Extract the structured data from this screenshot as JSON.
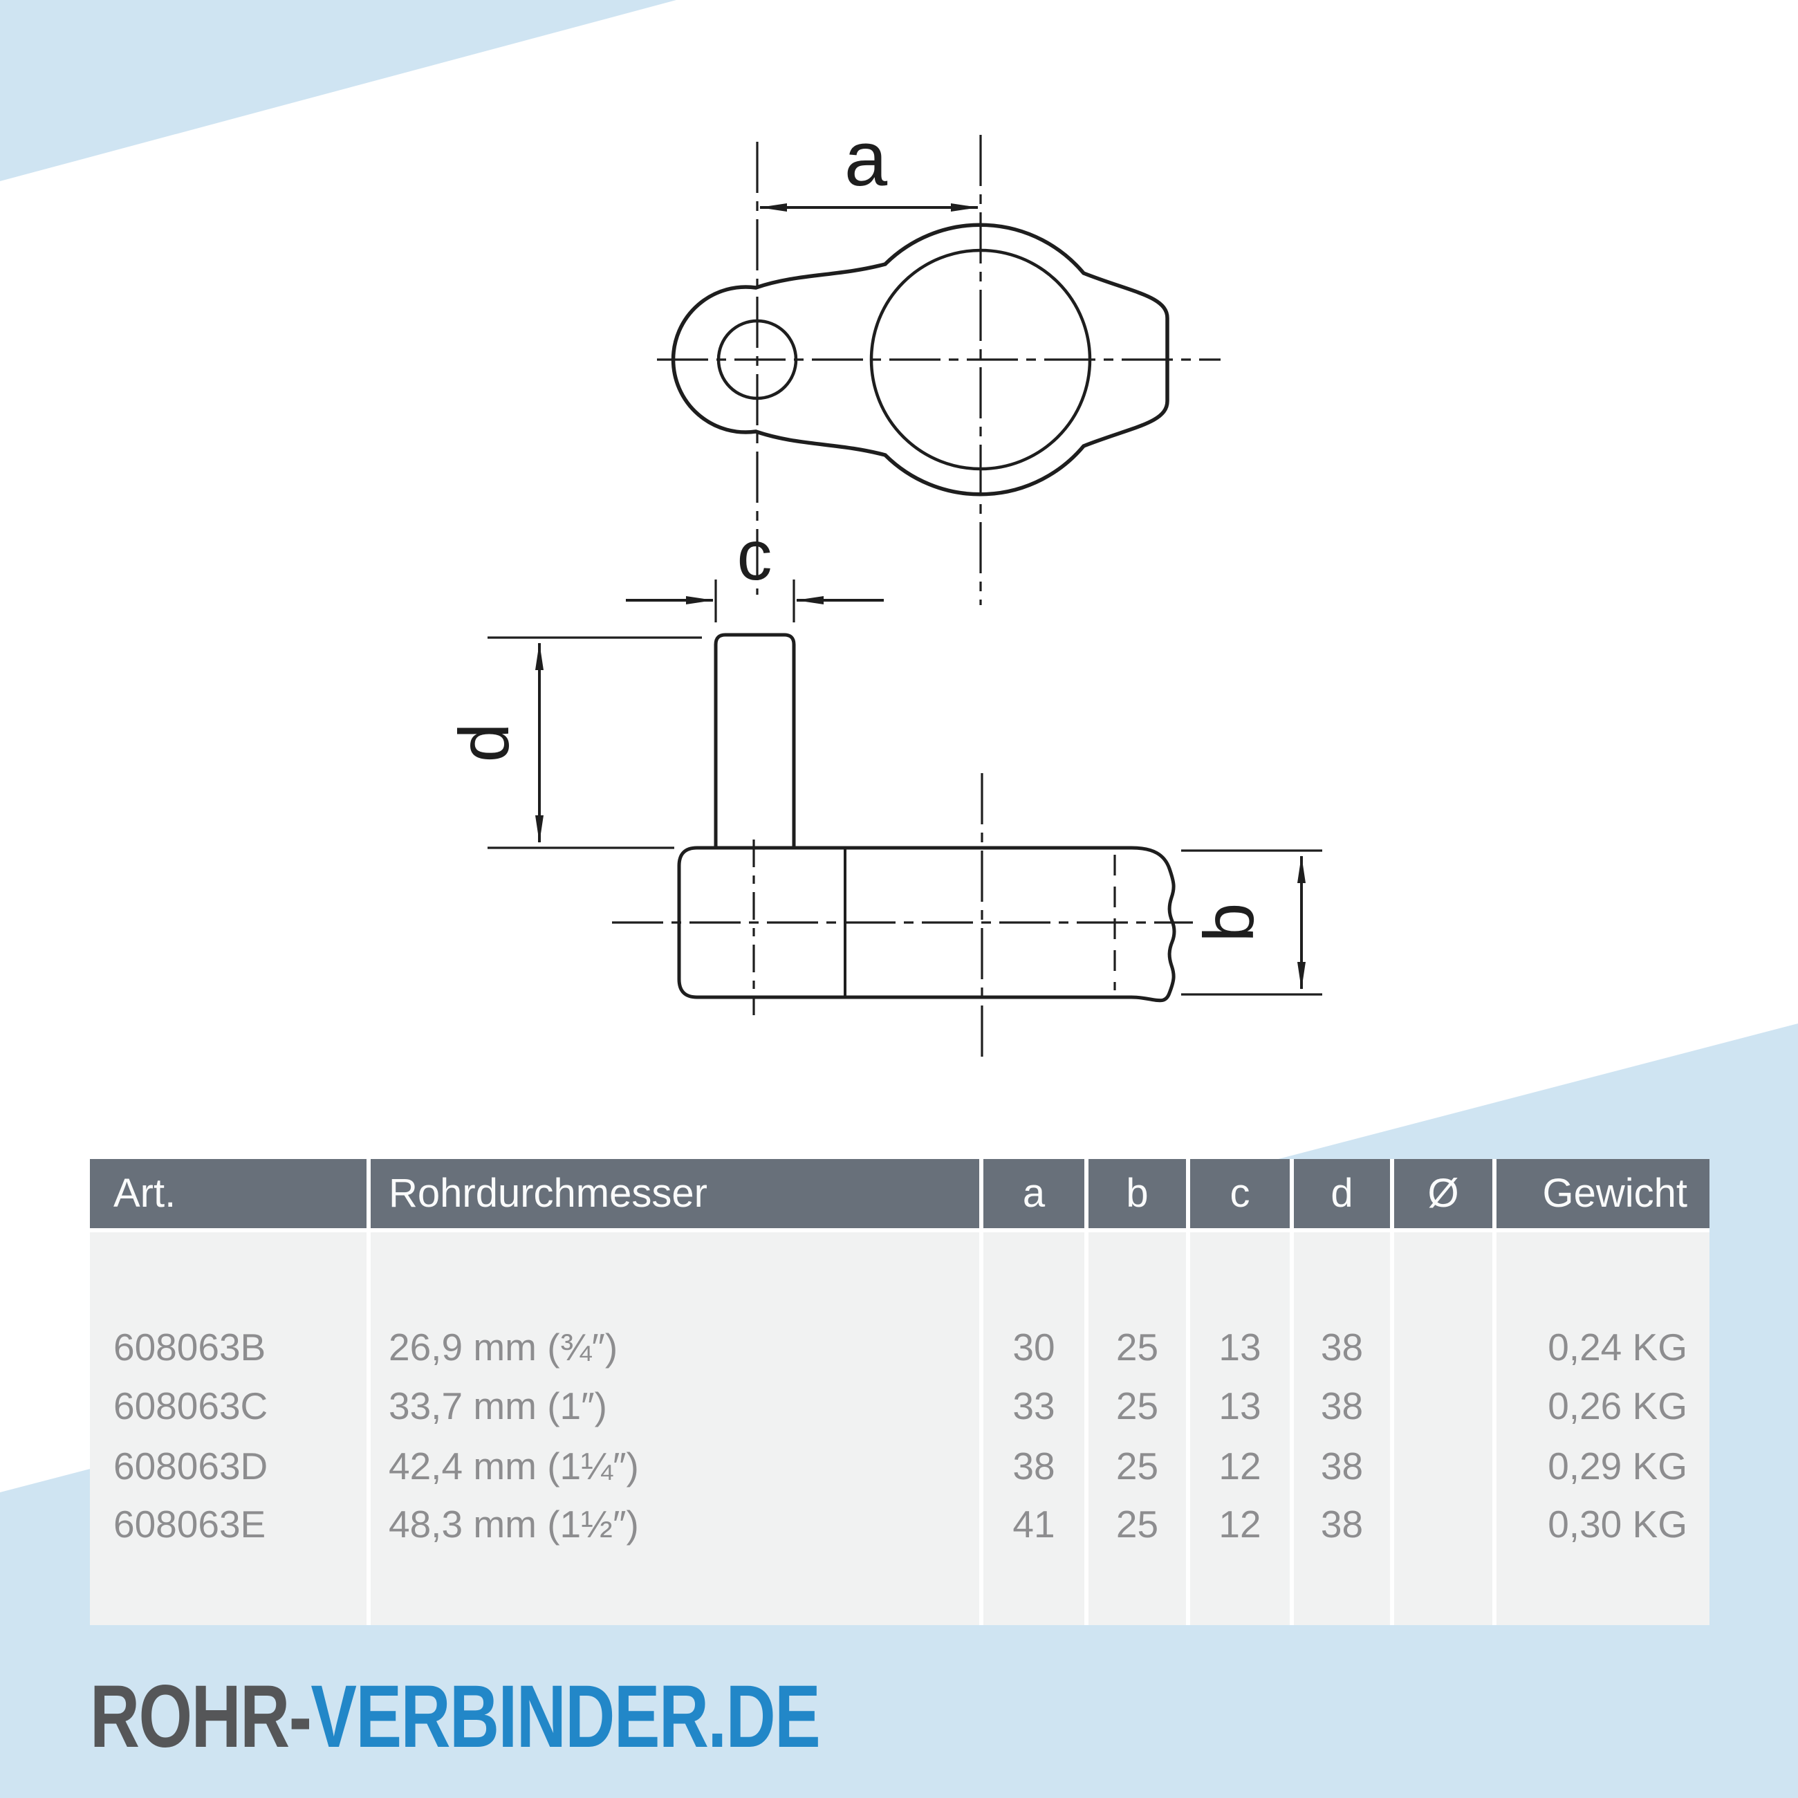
{
  "colors": {
    "accent_blue_bg": "#cfe4f2",
    "table_header_bg": "#68707a",
    "table_row_bg": "#f1f2f2",
    "table_text": "#8d8d8f",
    "logo_gray": "#555658",
    "logo_blue": "#2287c8",
    "drawing_line": "#1e1e1e"
  },
  "drawing": {
    "labels": {
      "a": "a",
      "b": "b",
      "c": "c",
      "d": "d"
    }
  },
  "table": {
    "headers": [
      "Art.",
      "Rohrdurchmesser",
      "a",
      "b",
      "c",
      "d",
      "Ø",
      "Gewicht"
    ],
    "rows": [
      {
        "art": "608063B",
        "diameter": "26,9 mm (¾″)",
        "a": "30",
        "b": "25",
        "c": "13",
        "d": "38",
        "o": "",
        "weight": "0,24 KG"
      },
      {
        "art": "608063C",
        "diameter": "33,7 mm (1″)",
        "a": "33",
        "b": "25",
        "c": "13",
        "d": "38",
        "o": "",
        "weight": "0,26 KG"
      },
      {
        "art": "608063D",
        "diameter": "42,4 mm (1¼″)",
        "a": "38",
        "b": "25",
        "c": "12",
        "d": "38",
        "o": "",
        "weight": "0,29 KG"
      },
      {
        "art": "608063E",
        "diameter": "48,3 mm (1½″)",
        "a": "41",
        "b": "25",
        "c": "12",
        "d": "38",
        "o": "",
        "weight": "0,30 KG"
      }
    ]
  },
  "footer": {
    "brand_gray": "ROHR-",
    "brand_blue": "VERBINDER.DE"
  }
}
